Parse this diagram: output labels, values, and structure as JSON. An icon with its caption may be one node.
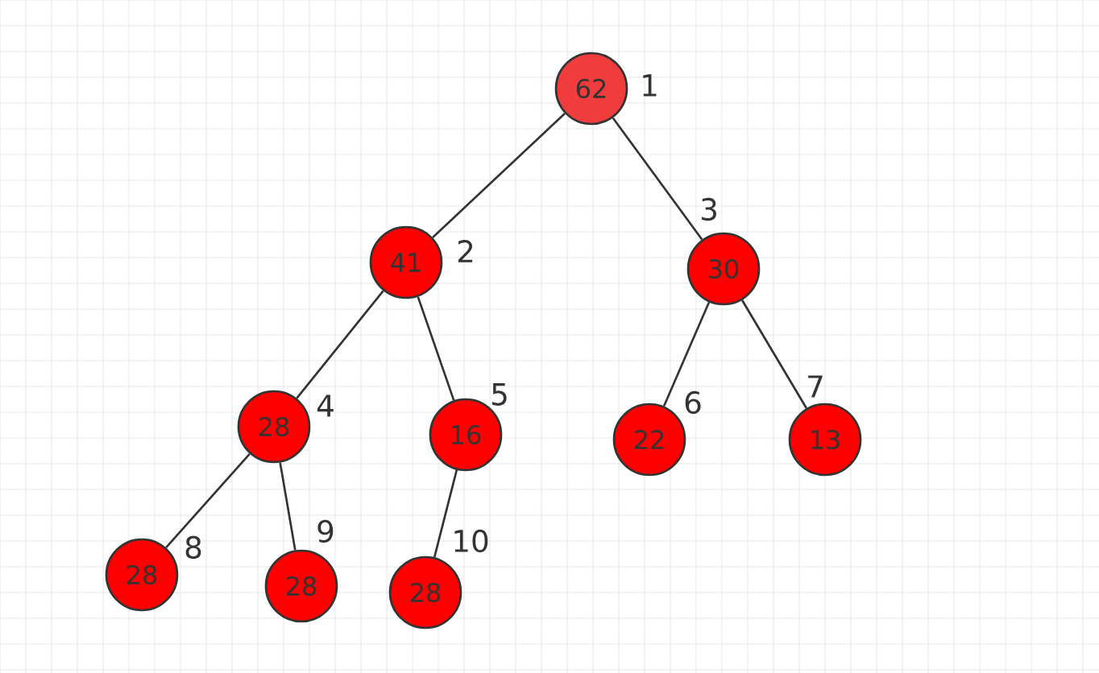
{
  "diagram": {
    "nodes": [
      {
        "text": [
          "62"
        ],
        "beside": [
          "1"
        ]
      },
      {
        "text": [
          "41"
        ],
        "beside": [
          "2"
        ]
      },
      {
        "text": [
          "30"
        ],
        "beside": [
          "3"
        ]
      },
      {
        "text": [
          "28"
        ],
        "beside": [
          "4"
        ]
      },
      {
        "text": [
          "16"
        ],
        "beside": [
          "5"
        ]
      },
      {
        "text": [
          "22"
        ],
        "beside": [
          "6"
        ]
      },
      {
        "text": [
          "13"
        ],
        "beside": [
          "7"
        ]
      },
      {
        "text": [
          "28"
        ],
        "beside": [
          "8"
        ]
      },
      {
        "text": [
          "28"
        ],
        "beside": [
          "9"
        ]
      },
      {
        "text": [
          "28"
        ],
        "beside": [
          "10"
        ]
      }
    ],
    "edges": [
      {
        "from": 0,
        "to": 1,
        "arrow": "none"
      },
      {
        "from": 0,
        "to": 2,
        "arrow": "none"
      },
      {
        "from": 1,
        "to": 3,
        "arrow": "none"
      },
      {
        "from": 1,
        "to": 4,
        "arrow": "none"
      },
      {
        "from": 2,
        "to": 5,
        "arrow": "none"
      },
      {
        "from": 2,
        "to": 6,
        "arrow": "none"
      },
      {
        "from": 3,
        "to": 7,
        "arrow": "none"
      },
      {
        "from": 3,
        "to": 8,
        "arrow": "none"
      },
      {
        "from": 4,
        "to": 9,
        "arrow": "none"
      }
    ]
  }
}
